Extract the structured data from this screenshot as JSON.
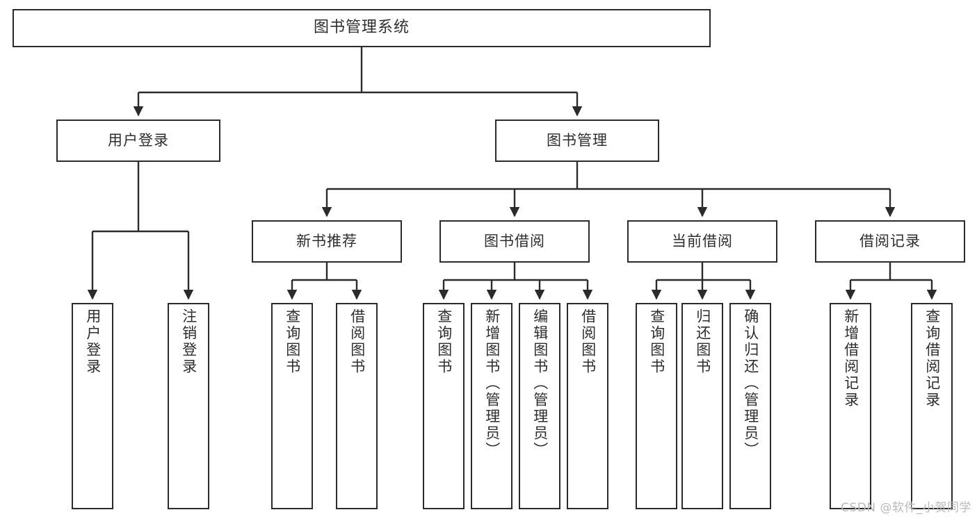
{
  "diagram": {
    "type": "tree",
    "title": "图书管理系统",
    "watermark": "CSDN @软件_小贺同学",
    "colors": {
      "box_border": "#2b2b2b",
      "box_fill": "#ffffff",
      "edge": "#2b2b2b",
      "text": "#2d2d2d",
      "watermark": "#b9b9b9",
      "background": "#ffffff"
    },
    "nodes": {
      "root": {
        "label": "图书管理系统"
      },
      "level2": [
        {
          "id": "user-login",
          "label": "用户登录"
        },
        {
          "id": "book-manage",
          "label": "图书管理"
        }
      ],
      "level3": [
        {
          "id": "new-book-rec",
          "label": "新书推荐"
        },
        {
          "id": "book-borrow",
          "label": "图书借阅"
        },
        {
          "id": "current-borrow",
          "label": "当前借阅"
        },
        {
          "id": "borrow-record",
          "label": "借阅记录"
        }
      ],
      "leaves": [
        {
          "id": "leaf-user-login",
          "parent": "user-login",
          "label": "用户登录"
        },
        {
          "id": "leaf-logout",
          "parent": "user-login",
          "label": "注销登录"
        },
        {
          "id": "leaf-query-book-1",
          "parent": "new-book-rec",
          "label": "查询图书"
        },
        {
          "id": "leaf-borrow-book-1",
          "parent": "new-book-rec",
          "label": "借阅图书"
        },
        {
          "id": "leaf-query-book-2",
          "parent": "book-borrow",
          "label": "查询图书"
        },
        {
          "id": "leaf-add-book",
          "parent": "book-borrow",
          "label": "新增图书（管理员）"
        },
        {
          "id": "leaf-edit-book",
          "parent": "book-borrow",
          "label": "编辑图书（管理员）"
        },
        {
          "id": "leaf-borrow-book-2",
          "parent": "book-borrow",
          "label": "借阅图书"
        },
        {
          "id": "leaf-query-book-3",
          "parent": "current-borrow",
          "label": "查询图书"
        },
        {
          "id": "leaf-return-book",
          "parent": "current-borrow",
          "label": "归还图书"
        },
        {
          "id": "leaf-confirm-return",
          "parent": "current-borrow",
          "label": "确认归还（管理员）"
        },
        {
          "id": "leaf-add-record",
          "parent": "borrow-record",
          "label": "新增借阅记录"
        },
        {
          "id": "leaf-query-record",
          "parent": "borrow-record",
          "label": "查询借阅记录"
        }
      ]
    }
  }
}
